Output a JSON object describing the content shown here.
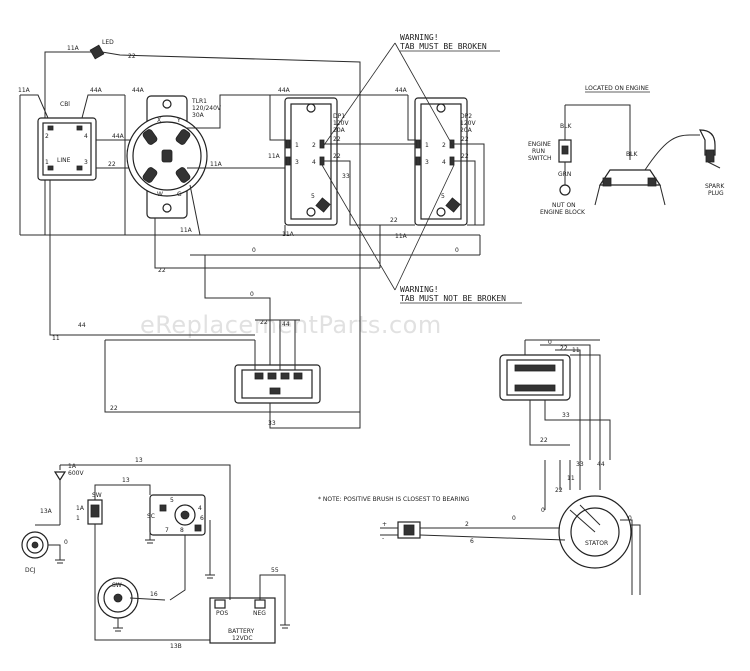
{
  "warnings": {
    "top_line1": "WARNING!",
    "top_line2": "TAB MUST BE BROKEN",
    "bottom_line1": "WARNING!",
    "bottom_line2": "TAB MUST NOT BE BROKEN"
  },
  "watermark": "eReplacementParts.com",
  "components": {
    "led": "LED",
    "cbl": "CBl",
    "line": "LINE",
    "tlr1_line1": "TLR1",
    "tlr1_line2": "120/240V",
    "tlr1_line3": "30A",
    "dp1_line1": "DP1",
    "dp1_line2": "120V",
    "dp1_line3": "20A",
    "dp2_line1": "DP2",
    "dp2_line2": "120V",
    "dp2_line3": "20A",
    "located_on_engine": "LOCATED ON ENGINE",
    "blk": "BLK",
    "engine_run_switch_1": "ENGINE",
    "engine_run_switch_2": "RUN",
    "engine_run_switch_3": "SWITCH",
    "grn": "GRN",
    "nut_on_engine_block_1": "NUT ON",
    "nut_on_engine_block_2": "ENGINE BLOCK",
    "spark_plug_1": "SPARK",
    "spark_plug_2": "PLUG",
    "sw": "SW",
    "sc": "SC",
    "dcj": "DCJ",
    "fuse": "1A",
    "fuse_rating": "600V",
    "battery_pos": "POS",
    "battery_neg": "NEG",
    "battery_1": "BATTERY",
    "battery_2": "12VDC",
    "stator": "STATOR",
    "brush_note": "* NOTE: POSITIVE BRUSH IS CLOSEST TO BEARING"
  },
  "wire_labels": {
    "w11a_top": "11A",
    "w22_led": "22",
    "w11a_left": "11A",
    "w44a_a": "44A",
    "w44a_b": "44A",
    "w44a_c": "44A",
    "w44a_d": "44A",
    "w44a_e": "44A",
    "w22_a": "22",
    "w11a_mid": "11A",
    "w11a_dp1": "11A",
    "w22_dp1a": "22",
    "w22_dp1b": "22",
    "w33": "33",
    "w22_dp2a": "22",
    "w22_dp2b": "22",
    "w11a_dp2": "11A",
    "w22_right": "22",
    "w11a_low": "11A",
    "w11a_low2": "11A",
    "w0_a": "0",
    "w0_b": "0",
    "w22_long": "22",
    "w0_mid": "0",
    "w22_reg": "22",
    "w44_reg": "44",
    "w44_left": "44",
    "w11_left": "11",
    "w22_bottom": "22",
    "w33_bottom": "33",
    "w13": "13",
    "w13b": "13",
    "w13a": "13A",
    "w1a": "1A",
    "w16": "16",
    "w13b_batt": "13B",
    "w55": "55",
    "w0_stator": "0",
    "w22_stator": "22",
    "w11_stator": "11",
    "w33_stator": "33",
    "w44_stator": "44",
    "w2": "2",
    "w6": "6",
    "w0_s2": "0",
    "w33_s": "33",
    "w22_s": "22",
    "w11_s": "11",
    "w22_s2": "22",
    "w0_low": "0",
    "w0_low2": "0",
    "w11_conn": "11",
    "w0_conn": "0"
  },
  "pins": {
    "p2": "2",
    "p4": "4",
    "p1": "1",
    "p3": "3",
    "dp1_1": "1",
    "dp1_2": "2",
    "dp1_3": "3",
    "dp1_4": "4",
    "dp1_5": "5",
    "dp2_1": "1",
    "dp2_2": "2",
    "dp2_3": "3",
    "dp2_4": "4",
    "dp2_5": "5",
    "tlr_x": "X",
    "tlr_y": "Y",
    "tlr_w": "W",
    "tlr_g": "G",
    "sc_5": "5",
    "sc_7": "7",
    "sc_8": "8",
    "sc_4": "4",
    "sc_6": "6"
  }
}
